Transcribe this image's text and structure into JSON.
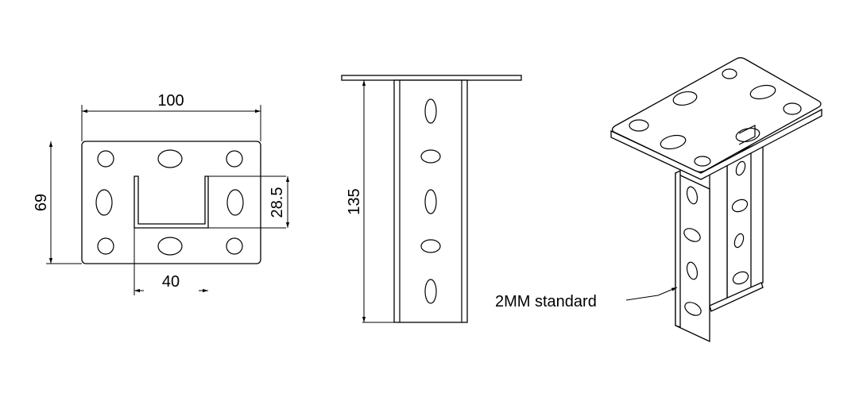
{
  "dimensions": {
    "width": "100",
    "height": "69",
    "slot_depth": "28.5",
    "slot_width": "40",
    "length": "135"
  },
  "callout": {
    "label": "2MM standard"
  },
  "colors": {
    "line": "#000000",
    "fill": "#ffffff"
  }
}
